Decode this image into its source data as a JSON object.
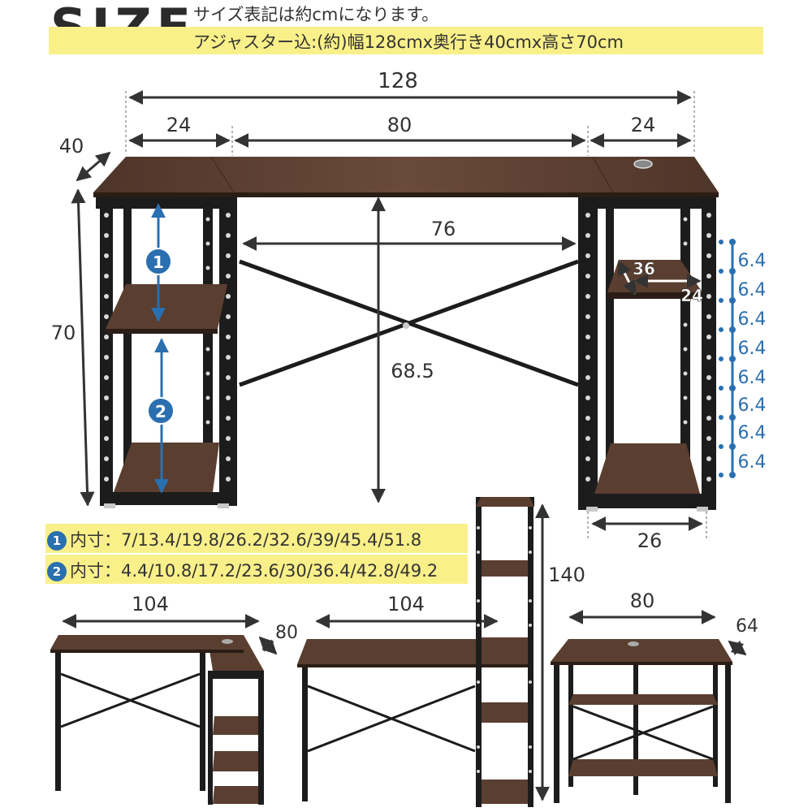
{
  "header": {
    "title": "SIZE",
    "note": "サイズ表記は約cmになります。",
    "dims_note": "アジャスター込:(約)幅128cmx奥行き40cmx高さ70cm"
  },
  "dims": {
    "total_width": "128",
    "left_width": "24",
    "center_width": "80",
    "right_width": "24",
    "depth": "40",
    "height": "70",
    "inner_width": "76",
    "clear_height": "68.5",
    "shelf_depth": "36",
    "shelf_width": "24",
    "shelf_inner_width": "26",
    "pitch": [
      "6.4",
      "6.4",
      "6.4",
      "6.4",
      "6.4",
      "6.4",
      "6.4",
      "6.4"
    ]
  },
  "badges": {
    "one": "1",
    "two": "2"
  },
  "inner_sizes": {
    "label1": "内寸：7/13.4/19.8/26.2/32.6/39/45.4/51.8",
    "label2": "内寸：4.4/10.8/17.2/23.6/30/36.4/42.8/49.2"
  },
  "variants": {
    "l_shape": {
      "width": "104",
      "depth": "80"
    },
    "tower": {
      "width": "104",
      "height": "140"
    },
    "compact": {
      "width": "80",
      "depth": "64"
    }
  },
  "colors": {
    "wood": "#5a3e30",
    "frame": "#1c1c1c",
    "highlight": "#faf08a",
    "accent": "#2a6fb0"
  }
}
